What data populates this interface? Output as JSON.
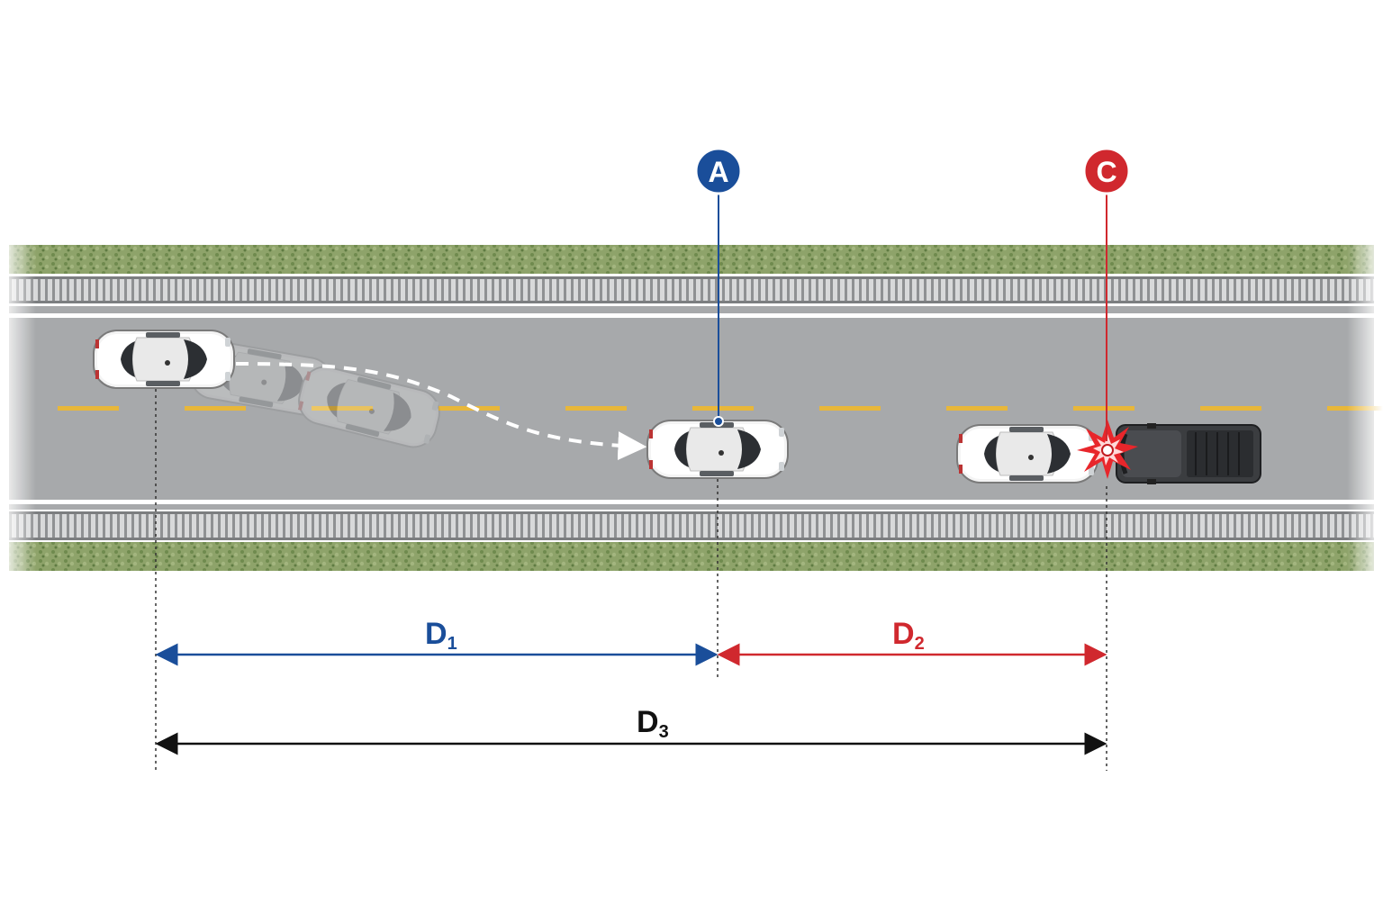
{
  "markers": {
    "a": {
      "letter": "A",
      "color": "#1a4e9a"
    },
    "c": {
      "letter": "C",
      "color": "#d0282e"
    }
  },
  "dimensions": {
    "d1": {
      "letter": "D",
      "sub": "1",
      "color": "#1a4e9a"
    },
    "d2": {
      "letter": "D",
      "sub": "2",
      "color": "#d0282e"
    },
    "d3": {
      "letter": "D",
      "sub": "3",
      "color": "#111111"
    }
  },
  "colors": {
    "road": "#a7a9ab",
    "lane_marking": "#e8b73a",
    "edge_line": "#ffffff",
    "grass": "#7f9a5e",
    "guardrail": "#9b9d9f"
  },
  "icons": {
    "car": "white-sedan-top-view",
    "truck": "dark-pickup-top-view",
    "impact": "collision-burst-icon"
  }
}
